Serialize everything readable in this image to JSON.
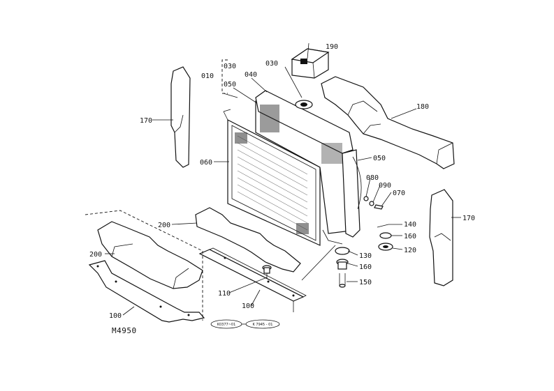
{
  "diagram": {
    "part_labels": {
      "p010": "010",
      "p030a": "030",
      "p030b": "030",
      "p040": "040",
      "p050a": "050",
      "p050b": "050",
      "p060": "060",
      "p070": "070",
      "p080": "080",
      "p090": "090",
      "p100a": "100",
      "p100b": "100",
      "p110": "110",
      "p120": "120",
      "p130": "130",
      "p140": "140",
      "p150": "150",
      "p160a": "160",
      "p160b": "160",
      "p170a": "170",
      "p170b": "170",
      "p180": "180",
      "p190": "190",
      "p200a": "200",
      "p200b": "200"
    },
    "model_code": "M4950",
    "serial_tags": {
      "tag1": "K0377~01",
      "tag2": "K 7945 - 01"
    }
  }
}
